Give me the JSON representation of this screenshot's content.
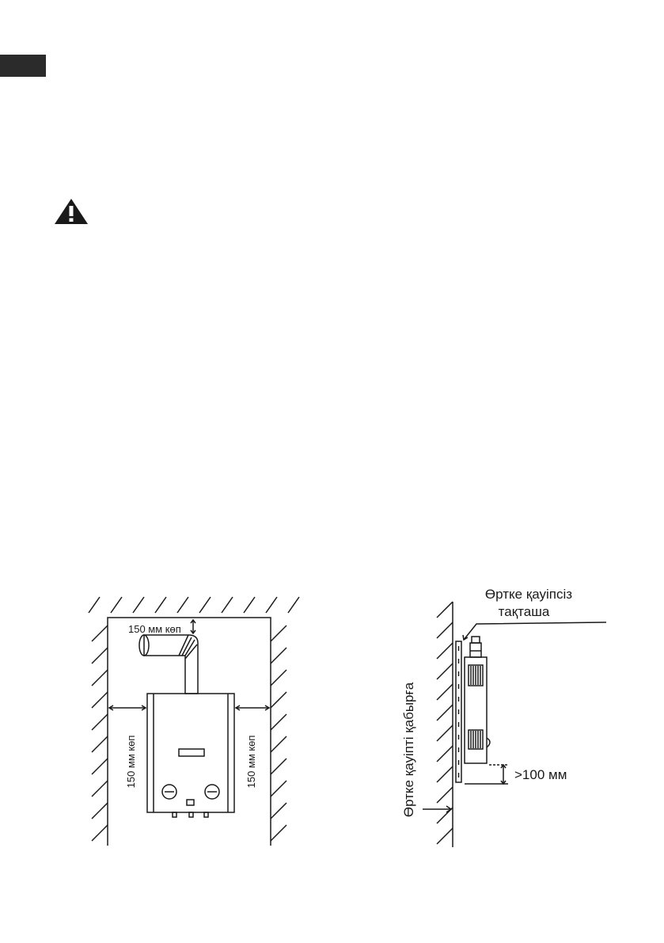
{
  "front_diagram": {
    "top_clearance": "150 мм көп",
    "left_clearance": "150 мм көп",
    "right_clearance": "150 мм көп"
  },
  "side_diagram": {
    "board_label_line1": "Өртке қауіпсіз",
    "board_label_line2": "тақташа",
    "wall_label": "Өртке қауіпті қабырға",
    "bottom_clearance": ">100 мм"
  },
  "colors": {
    "ink": "#1a1a1a",
    "tab": "#2b2b2b"
  }
}
